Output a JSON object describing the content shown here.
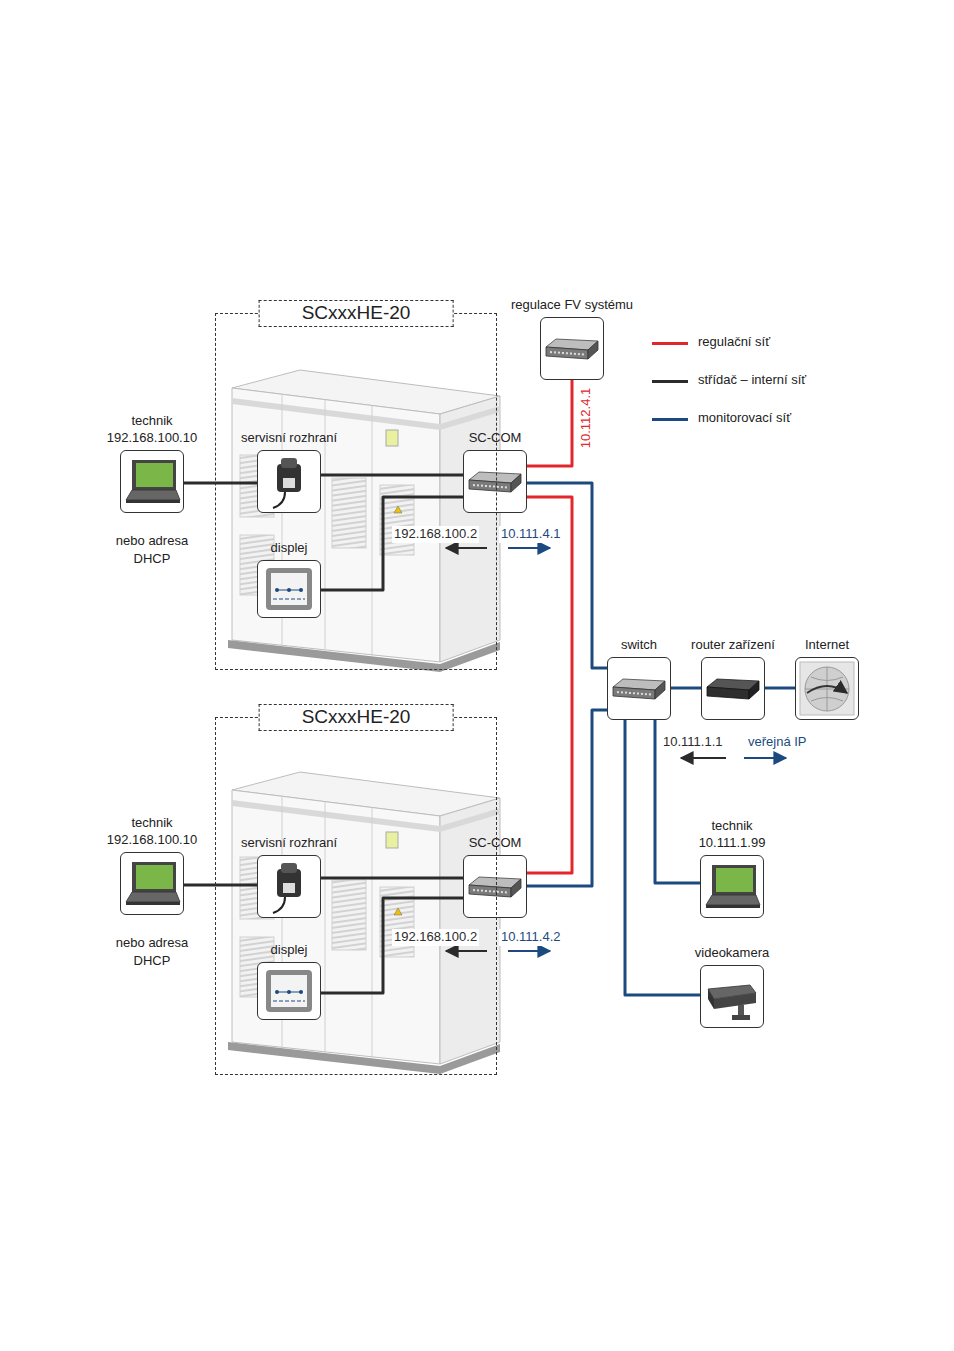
{
  "diagram": {
    "nodes": [
      {
        "text": [
          "SCxxxHE-20"
        ]
      },
      {
        "text": [
          "servisní rozhraní"
        ],
        "in": 0
      },
      {
        "text": [
          "displej"
        ],
        "in": 0
      },
      {
        "text": [
          "SC-COM"
        ],
        "in": 0
      },
      {
        "text": [
          "technik 192.168.100.10",
          "nebo adresa DHCP"
        ]
      },
      {
        "text": [
          "regulace FV systému"
        ]
      },
      {
        "text": [
          "switch"
        ]
      },
      {
        "text": [
          "router zařízení"
        ]
      },
      {
        "text": [
          "Internet"
        ]
      },
      {
        "text": [
          "SCxxxHE-20"
        ]
      },
      {
        "text": [
          "servisní rozhraní"
        ],
        "in": 9
      },
      {
        "text": [
          "displej"
        ],
        "in": 9
      },
      {
        "text": [
          "SC-COM"
        ],
        "in": 9
      },
      {
        "text": [
          "technik 192.168.100.10",
          "nebo adresa DHCP"
        ]
      },
      {
        "text": [
          "technik 10.111.1.99"
        ]
      },
      {
        "text": [
          "videokamera"
        ]
      }
    ],
    "edges": [
      {
        "from": 4,
        "to": 1,
        "arrow": "none"
      },
      {
        "from": 1,
        "to": 3,
        "arrow": "none"
      },
      {
        "from": 2,
        "to": 3,
        "arrow": "none"
      },
      {
        "from": 3,
        "to": 5,
        "label": "10.112.4.1",
        "arrow": "none"
      },
      {
        "from": 3,
        "to": 12,
        "arrow": "none"
      },
      {
        "from": 3,
        "to": 6,
        "arrow": "none"
      },
      {
        "from": 12,
        "to": 6,
        "arrow": "none"
      },
      {
        "from": 6,
        "to": 7,
        "arrow": "none"
      },
      {
        "from": 7,
        "to": 8,
        "arrow": "none"
      },
      {
        "from": 6,
        "to": 14,
        "arrow": "none"
      },
      {
        "from": 6,
        "to": 15,
        "arrow": "none"
      },
      {
        "from": 13,
        "to": 10,
        "arrow": "none"
      },
      {
        "from": 10,
        "to": 12,
        "arrow": "none"
      },
      {
        "from": 11,
        "to": 12,
        "arrow": "none"
      }
    ],
    "labels": [
      "192.168.100.2",
      "10.111.4.1",
      "192.168.100.2",
      "10.111.4.2",
      "10.111.1.1",
      "veřejná IP"
    ],
    "legend": [
      {
        "text": "regulační síť",
        "color": "#e3262c"
      },
      {
        "text": "střídač – interní síť",
        "color": "#2b2b2b"
      },
      {
        "text": "monitorovací síť",
        "color": "#1c4a80"
      }
    ]
  }
}
